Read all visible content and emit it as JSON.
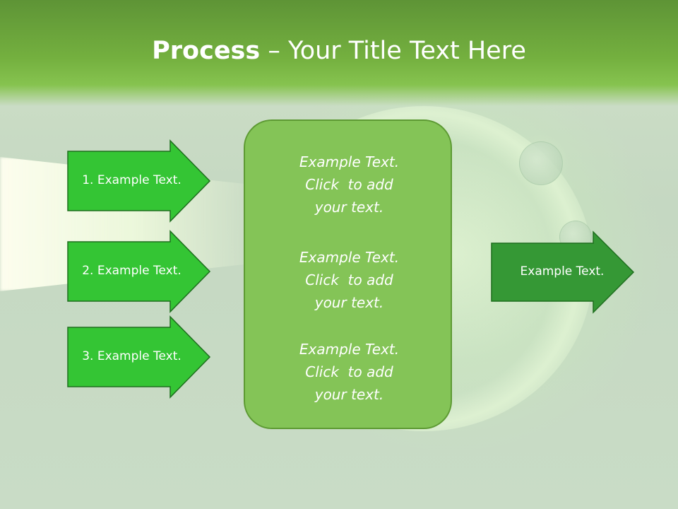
{
  "title": {
    "bold": "Process",
    "rest": " – Your Title Text Here"
  },
  "steps": [
    {
      "label": "1. Example Text."
    },
    {
      "label": "2. Example Text."
    },
    {
      "label": "3. Example Text."
    }
  ],
  "center_box": [
    {
      "lines": [
        "Example Text.",
        "Click  to add",
        "your text."
      ]
    },
    {
      "lines": [
        "Example Text.",
        "Click  to add",
        "your text."
      ]
    },
    {
      "lines": [
        "Example Text.",
        "Click  to add",
        "your text."
      ]
    }
  ],
  "output": {
    "label": "Example Text."
  },
  "colors": {
    "header": "#74b03f",
    "step_arrow": "#34c534",
    "step_border": "#1e6e1e",
    "center_box": "#84c457",
    "output_arrow": "#359835"
  }
}
